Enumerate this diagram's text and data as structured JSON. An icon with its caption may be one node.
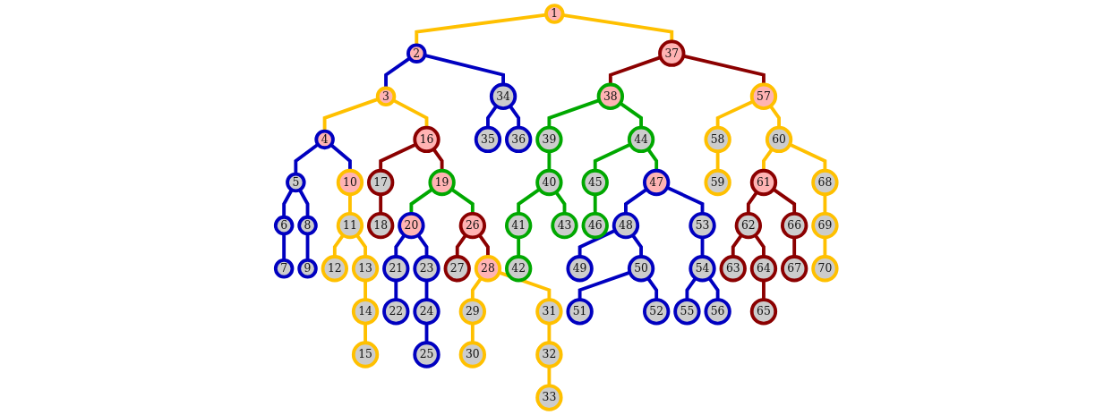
{
  "diagram": {
    "nodes": [
      {
        "text": [
          "1"
        ]
      },
      {
        "text": [
          "2"
        ]
      },
      {
        "text": [
          "3"
        ]
      },
      {
        "text": [
          "4"
        ]
      },
      {
        "text": [
          "5"
        ]
      },
      {
        "text": [
          "6"
        ]
      },
      {
        "text": [
          "7"
        ]
      },
      {
        "text": [
          "8"
        ]
      },
      {
        "text": [
          "9"
        ]
      },
      {
        "text": [
          "10"
        ]
      },
      {
        "text": [
          "11"
        ]
      },
      {
        "text": [
          "12"
        ]
      },
      {
        "text": [
          "13"
        ]
      },
      {
        "text": [
          "14"
        ]
      },
      {
        "text": [
          "15"
        ]
      },
      {
        "text": [
          "16"
        ]
      },
      {
        "text": [
          "17"
        ]
      },
      {
        "text": [
          "18"
        ]
      },
      {
        "text": [
          "19"
        ]
      },
      {
        "text": [
          "20"
        ]
      },
      {
        "text": [
          "21"
        ]
      },
      {
        "text": [
          "22"
        ]
      },
      {
        "text": [
          "23"
        ]
      },
      {
        "text": [
          "24"
        ]
      },
      {
        "text": [
          "25"
        ]
      },
      {
        "text": [
          "26"
        ]
      },
      {
        "text": [
          "27"
        ]
      },
      {
        "text": [
          "28"
        ]
      },
      {
        "text": [
          "29"
        ]
      },
      {
        "text": [
          "30"
        ]
      },
      {
        "text": [
          "31"
        ]
      },
      {
        "text": [
          "32"
        ]
      },
      {
        "text": [
          "33"
        ]
      },
      {
        "text": [
          "34"
        ]
      },
      {
        "text": [
          "35"
        ]
      },
      {
        "text": [
          "36"
        ]
      },
      {
        "text": [
          "37"
        ]
      },
      {
        "text": [
          "38"
        ]
      },
      {
        "text": [
          "39"
        ]
      },
      {
        "text": [
          "40"
        ]
      },
      {
        "text": [
          "41"
        ]
      },
      {
        "text": [
          "42"
        ]
      },
      {
        "text": [
          "43"
        ]
      },
      {
        "text": [
          "44"
        ]
      },
      {
        "text": [
          "45"
        ]
      },
      {
        "text": [
          "46"
        ]
      },
      {
        "text": [
          "47"
        ]
      },
      {
        "text": [
          "48"
        ]
      },
      {
        "text": [
          "49"
        ]
      },
      {
        "text": [
          "50"
        ]
      },
      {
        "text": [
          "51"
        ]
      },
      {
        "text": [
          "52"
        ]
      },
      {
        "text": [
          "53"
        ]
      },
      {
        "text": [
          "54"
        ]
      },
      {
        "text": [
          "55"
        ]
      },
      {
        "text": [
          "56"
        ]
      },
      {
        "text": [
          "57"
        ]
      },
      {
        "text": [
          "58"
        ]
      },
      {
        "text": [
          "59"
        ]
      },
      {
        "text": [
          "60"
        ]
      },
      {
        "text": [
          "61"
        ]
      },
      {
        "text": [
          "62"
        ]
      },
      {
        "text": [
          "63"
        ]
      },
      {
        "text": [
          "64"
        ]
      },
      {
        "text": [
          "65"
        ]
      },
      {
        "text": [
          "66"
        ]
      },
      {
        "text": [
          "67"
        ]
      },
      {
        "text": [
          "68"
        ]
      },
      {
        "text": [
          "69"
        ]
      },
      {
        "text": [
          "70"
        ]
      }
    ],
    "edges": [
      {
        "from": 0,
        "to": 1,
        "arrow": "none",
        "color": "#ffc000"
      },
      {
        "from": 0,
        "to": 36,
        "arrow": "none",
        "color": "#ffc000"
      },
      {
        "from": 1,
        "to": 2,
        "arrow": "none",
        "color": "#0000c0"
      },
      {
        "from": 1,
        "to": 33,
        "arrow": "none",
        "color": "#0000c0"
      },
      {
        "from": 2,
        "to": 3,
        "arrow": "none",
        "color": "#ffc000"
      },
      {
        "from": 2,
        "to": 15,
        "arrow": "none",
        "color": "#ffc000"
      },
      {
        "from": 3,
        "to": 4,
        "arrow": "none",
        "color": "#0000c0"
      },
      {
        "from": 3,
        "to": 9,
        "arrow": "none",
        "color": "#0000c0"
      },
      {
        "from": 4,
        "to": 5,
        "arrow": "none",
        "color": "#0000c0"
      },
      {
        "from": 4,
        "to": 7,
        "arrow": "none",
        "color": "#0000c0"
      },
      {
        "from": 5,
        "to": 6,
        "arrow": "none",
        "color": "#0000c0"
      },
      {
        "from": 7,
        "to": 8,
        "arrow": "none",
        "color": "#0000c0"
      },
      {
        "from": 9,
        "to": 10,
        "arrow": "none",
        "color": "#ffc000"
      },
      {
        "from": 10,
        "to": 11,
        "arrow": "none",
        "color": "#ffc000"
      },
      {
        "from": 10,
        "to": 12,
        "arrow": "none",
        "color": "#ffc000"
      },
      {
        "from": 12,
        "to": 13,
        "arrow": "none",
        "color": "#ffc000"
      },
      {
        "from": 13,
        "to": 14,
        "arrow": "none",
        "color": "#ffc000"
      },
      {
        "from": 15,
        "to": 16,
        "arrow": "none",
        "color": "#8b0000"
      },
      {
        "from": 15,
        "to": 18,
        "arrow": "none",
        "color": "#8b0000"
      },
      {
        "from": 16,
        "to": 17,
        "arrow": "none",
        "color": "#8b0000"
      },
      {
        "from": 18,
        "to": 19,
        "arrow": "none",
        "color": "#00a800"
      },
      {
        "from": 18,
        "to": 25,
        "arrow": "none",
        "color": "#00a800"
      },
      {
        "from": 19,
        "to": 20,
        "arrow": "none",
        "color": "#0000c0"
      },
      {
        "from": 19,
        "to": 22,
        "arrow": "none",
        "color": "#0000c0"
      },
      {
        "from": 20,
        "to": 21,
        "arrow": "none",
        "color": "#0000c0"
      },
      {
        "from": 22,
        "to": 23,
        "arrow": "none",
        "color": "#0000c0"
      },
      {
        "from": 23,
        "to": 24,
        "arrow": "none",
        "color": "#0000c0"
      },
      {
        "from": 25,
        "to": 26,
        "arrow": "none",
        "color": "#8b0000"
      },
      {
        "from": 25,
        "to": 27,
        "arrow": "none",
        "color": "#8b0000"
      },
      {
        "from": 27,
        "to": 28,
        "arrow": "none",
        "color": "#ffc000"
      },
      {
        "from": 27,
        "to": 30,
        "arrow": "none",
        "color": "#ffc000"
      },
      {
        "from": 28,
        "to": 29,
        "arrow": "none",
        "color": "#ffc000"
      },
      {
        "from": 30,
        "to": 31,
        "arrow": "none",
        "color": "#ffc000"
      },
      {
        "from": 31,
        "to": 32,
        "arrow": "none",
        "color": "#ffc000"
      },
      {
        "from": 33,
        "to": 34,
        "arrow": "none",
        "color": "#0000c0"
      },
      {
        "from": 33,
        "to": 35,
        "arrow": "none",
        "color": "#0000c0"
      },
      {
        "from": 36,
        "to": 37,
        "arrow": "none",
        "color": "#8b0000"
      },
      {
        "from": 36,
        "to": 56,
        "arrow": "none",
        "color": "#8b0000"
      },
      {
        "from": 37,
        "to": 38,
        "arrow": "none",
        "color": "#00a800"
      },
      {
        "from": 37,
        "to": 43,
        "arrow": "none",
        "color": "#00a800"
      },
      {
        "from": 38,
        "to": 39,
        "arrow": "none",
        "color": "#00a800"
      },
      {
        "from": 39,
        "to": 40,
        "arrow": "none",
        "color": "#00a800"
      },
      {
        "from": 39,
        "to": 42,
        "arrow": "none",
        "color": "#00a800"
      },
      {
        "from": 40,
        "to": 41,
        "arrow": "none",
        "color": "#00a800"
      },
      {
        "from": 43,
        "to": 44,
        "arrow": "none",
        "color": "#00a800"
      },
      {
        "from": 43,
        "to": 46,
        "arrow": "none",
        "color": "#00a800"
      },
      {
        "from": 44,
        "to": 45,
        "arrow": "none",
        "color": "#00a800"
      },
      {
        "from": 46,
        "to": 47,
        "arrow": "none",
        "color": "#0000c0"
      },
      {
        "from": 46,
        "to": 52,
        "arrow": "none",
        "color": "#0000c0"
      },
      {
        "from": 47,
        "to": 48,
        "arrow": "none",
        "color": "#0000c0"
      },
      {
        "from": 47,
        "to": 49,
        "arrow": "none",
        "color": "#0000c0"
      },
      {
        "from": 49,
        "to": 50,
        "arrow": "none",
        "color": "#0000c0"
      },
      {
        "from": 49,
        "to": 51,
        "arrow": "none",
        "color": "#0000c0"
      },
      {
        "from": 52,
        "to": 53,
        "arrow": "none",
        "color": "#0000c0"
      },
      {
        "from": 53,
        "to": 54,
        "arrow": "none",
        "color": "#0000c0"
      },
      {
        "from": 53,
        "to": 55,
        "arrow": "none",
        "color": "#0000c0"
      },
      {
        "from": 56,
        "to": 57,
        "arrow": "none",
        "color": "#ffc000"
      },
      {
        "from": 56,
        "to": 59,
        "arrow": "none",
        "color": "#ffc000"
      },
      {
        "from": 57,
        "to": 58,
        "arrow": "none",
        "color": "#ffc000"
      },
      {
        "from": 59,
        "to": 60,
        "arrow": "none",
        "color": "#ffc000"
      },
      {
        "from": 59,
        "to": 67,
        "arrow": "none",
        "color": "#ffc000"
      },
      {
        "from": 60,
        "to": 61,
        "arrow": "none",
        "color": "#8b0000"
      },
      {
        "from": 60,
        "to": 65,
        "arrow": "none",
        "color": "#8b0000"
      },
      {
        "from": 61,
        "to": 62,
        "arrow": "none",
        "color": "#8b0000"
      },
      {
        "from": 61,
        "to": 63,
        "arrow": "none",
        "color": "#8b0000"
      },
      {
        "from": 63,
        "to": 64,
        "arrow": "none",
        "color": "#8b0000"
      },
      {
        "from": 65,
        "to": 66,
        "arrow": "none",
        "color": "#8b0000"
      },
      {
        "from": 67,
        "to": 68,
        "arrow": "none",
        "color": "#ffc000"
      },
      {
        "from": 68,
        "to": 69,
        "arrow": "none",
        "color": "#ffc000"
      }
    ]
  }
}
